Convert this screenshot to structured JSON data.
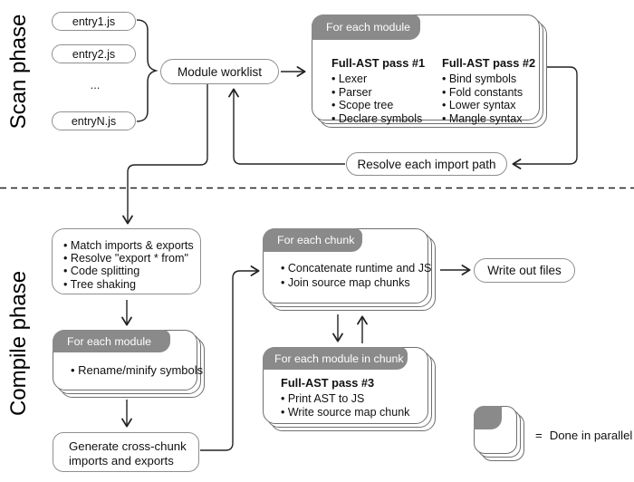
{
  "colors": {
    "tab_gray": "#8a8a8a",
    "card_border": "#6f6f6f",
    "pill_border": "#8f8f8f",
    "line": "#222222"
  },
  "scan_phase": {
    "label": "Scan phase",
    "entries": [
      "entry1.js",
      "entry2.js",
      "entryN.js"
    ],
    "ellipsis": "...",
    "module_worklist": "Module worklist",
    "for_each_module": {
      "tab": "For each module",
      "col1": {
        "title": "Full-AST pass #1",
        "items": [
          "• Lexer",
          "• Parser",
          "• Scope tree",
          "• Declare symbols"
        ]
      },
      "col2": {
        "title": "Full-AST pass #2",
        "items": [
          "• Bind symbols",
          "• Fold constants",
          "• Lower syntax",
          "• Mangle syntax"
        ]
      }
    },
    "resolve_each_import_path": "Resolve each import path"
  },
  "compile_phase": {
    "label": "Compile phase",
    "link_steps": [
      "• Match imports & exports",
      "• Resolve \"export * from\"",
      "• Code splitting",
      "• Tree shaking"
    ],
    "for_each_module": {
      "tab": "For each module",
      "items": [
        "• Rename/minify symbols"
      ]
    },
    "generate_cross_chunk": "Generate cross-chunk imports and exports",
    "for_each_chunk": {
      "tab": "For each chunk",
      "items": [
        "• Concatenate runtime and JS",
        "• Join source map chunks"
      ]
    },
    "write_out_files": "Write out files",
    "for_each_module_in_chunk": {
      "tab": "For each module in chunk",
      "title": "Full-AST pass #3",
      "items": [
        "• Print AST to JS",
        "• Write source map chunk"
      ]
    }
  },
  "legend": {
    "equals": "=",
    "label": "Done in parallel"
  }
}
